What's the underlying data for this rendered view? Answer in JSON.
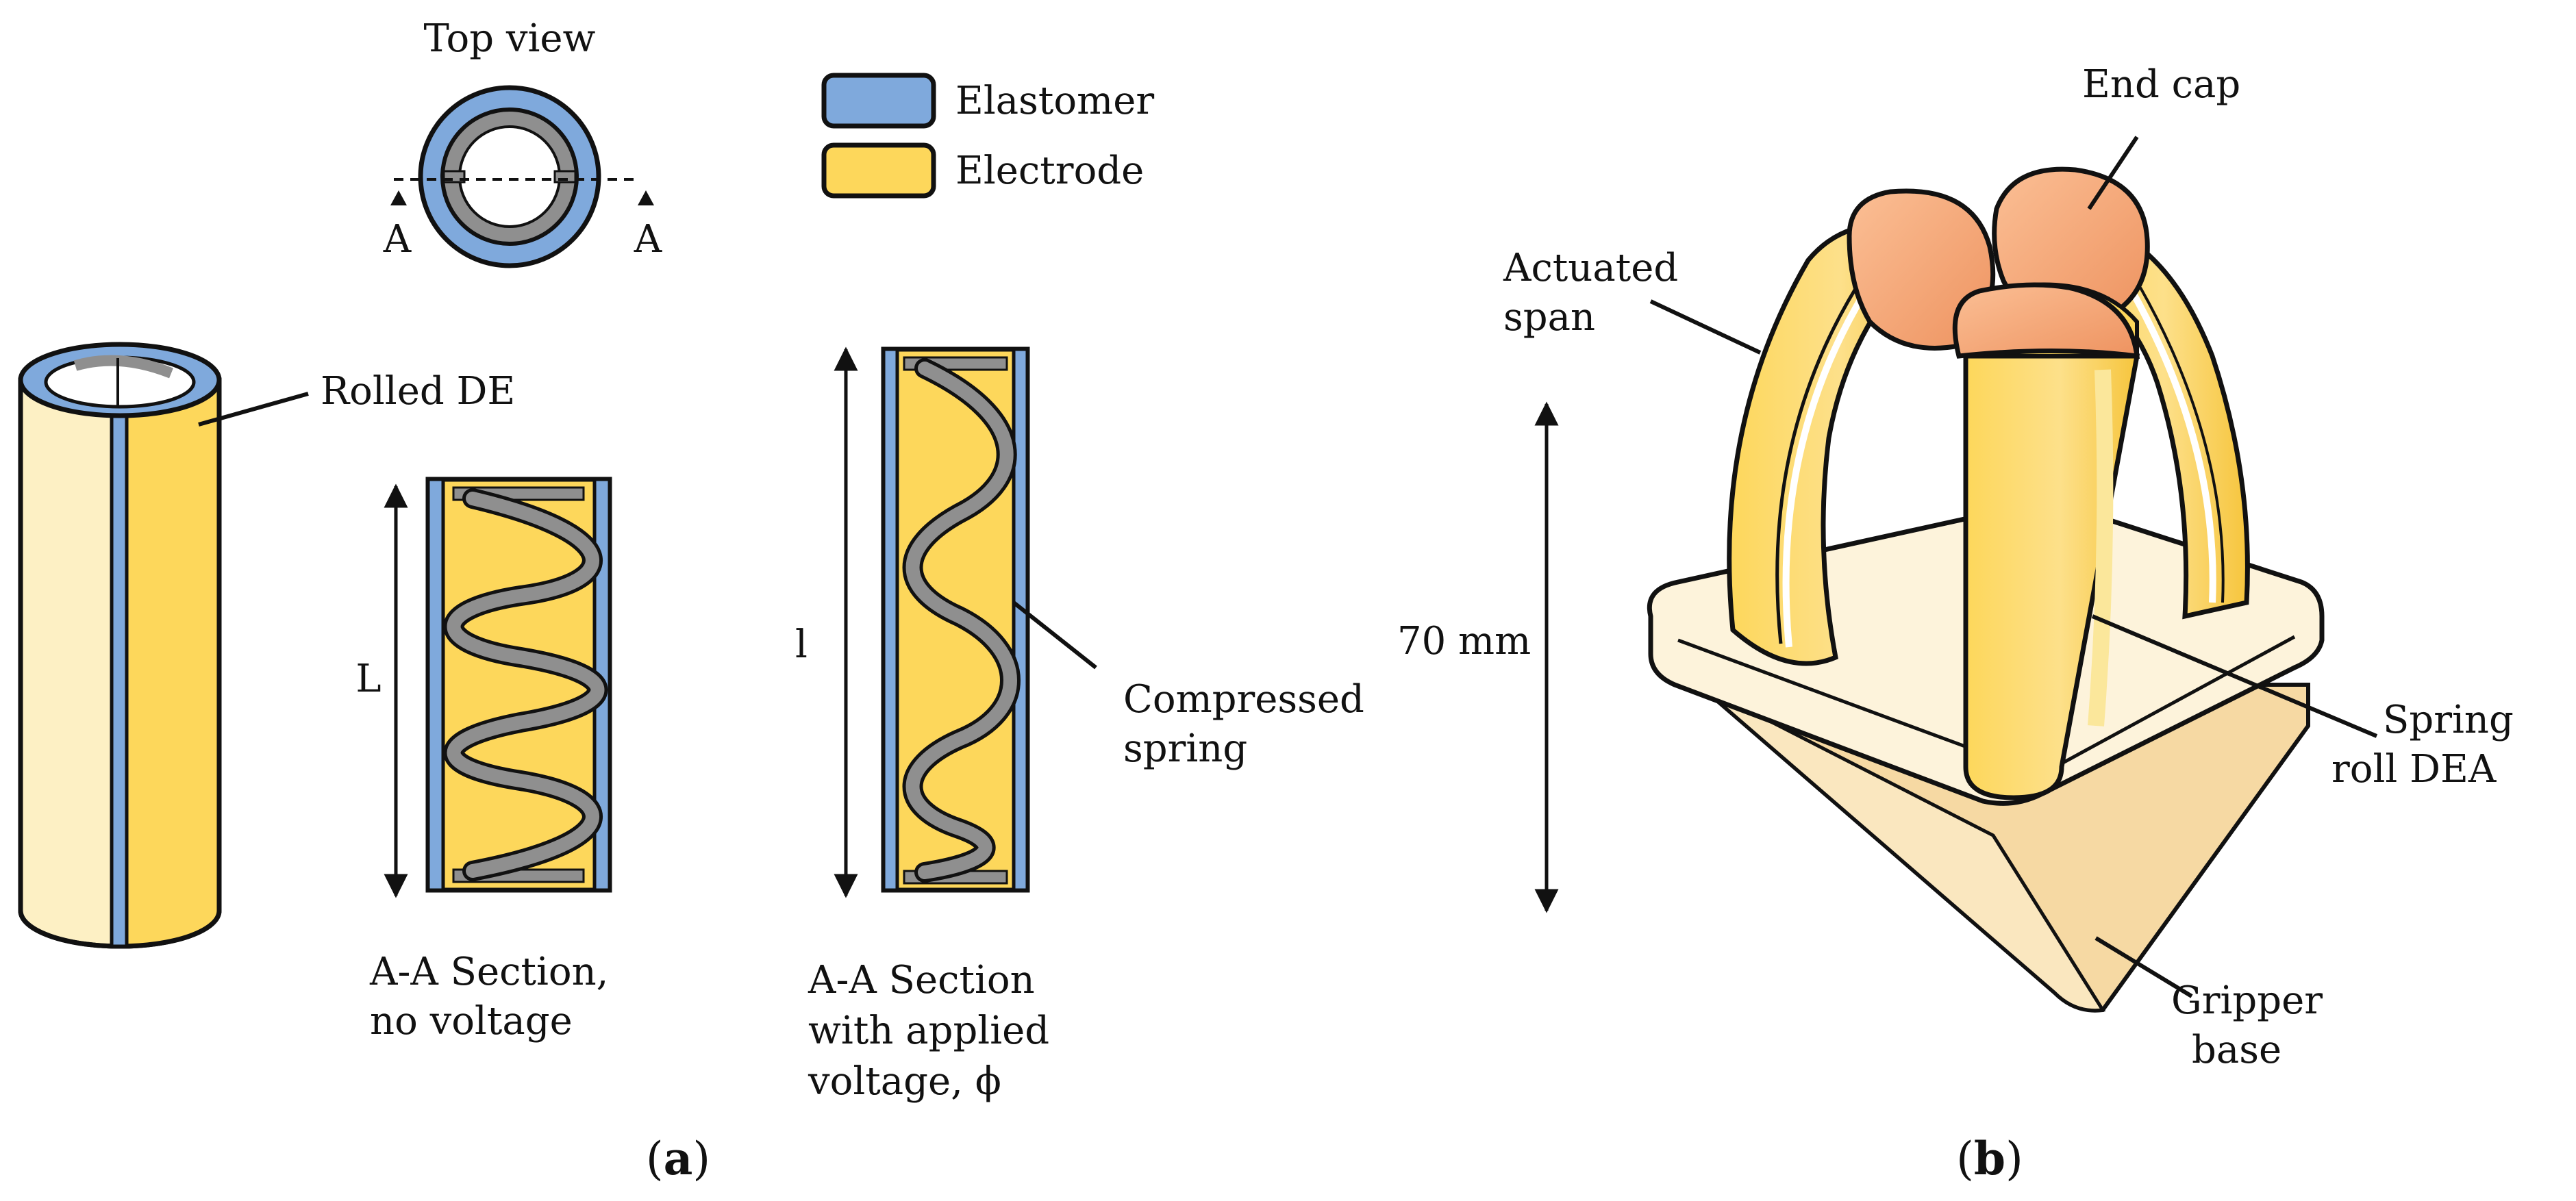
{
  "panel_a": {
    "top_view_title": "Top view",
    "section_marker_left": "A",
    "section_marker_right": "A",
    "legend": {
      "elastomer": {
        "label": "Elastomer",
        "color": "#7fa9dc"
      },
      "electrode": {
        "label": "Electrode",
        "color": "#fdd75b"
      }
    },
    "rolled_de_label": "Rolled DE",
    "length_no_voltage": "L",
    "length_with_voltage": "l",
    "compressed_spring_line1": "Compressed",
    "compressed_spring_line2": "spring",
    "section_no_voltage_line1": "A-A Section,",
    "section_no_voltage_line2": "no voltage",
    "section_voltage_line1": "A-A Section",
    "section_voltage_line2": "with applied",
    "section_voltage_line3": "voltage, ϕ",
    "caption_open": "(",
    "caption_letter": "a",
    "caption_close": ")"
  },
  "panel_b": {
    "end_cap_label": "End cap",
    "actuated_span_line1": "Actuated",
    "actuated_span_line2": "span",
    "height_label": "70 mm",
    "spring_roll_line1": "Spring",
    "spring_roll_line2": "roll DEA",
    "gripper_base_line1": "Gripper",
    "gripper_base_line2": "base",
    "caption_open": "(",
    "caption_letter": "b",
    "caption_close": ")"
  },
  "colors": {
    "elastomer": "#7fa9dc",
    "electrode": "#fdd75b",
    "electrode_light": "#fdf0c4",
    "spring": "#8f8f8f",
    "end_cap": "#f7a677",
    "base": "#f9e8c2",
    "outline": "#111111"
  }
}
